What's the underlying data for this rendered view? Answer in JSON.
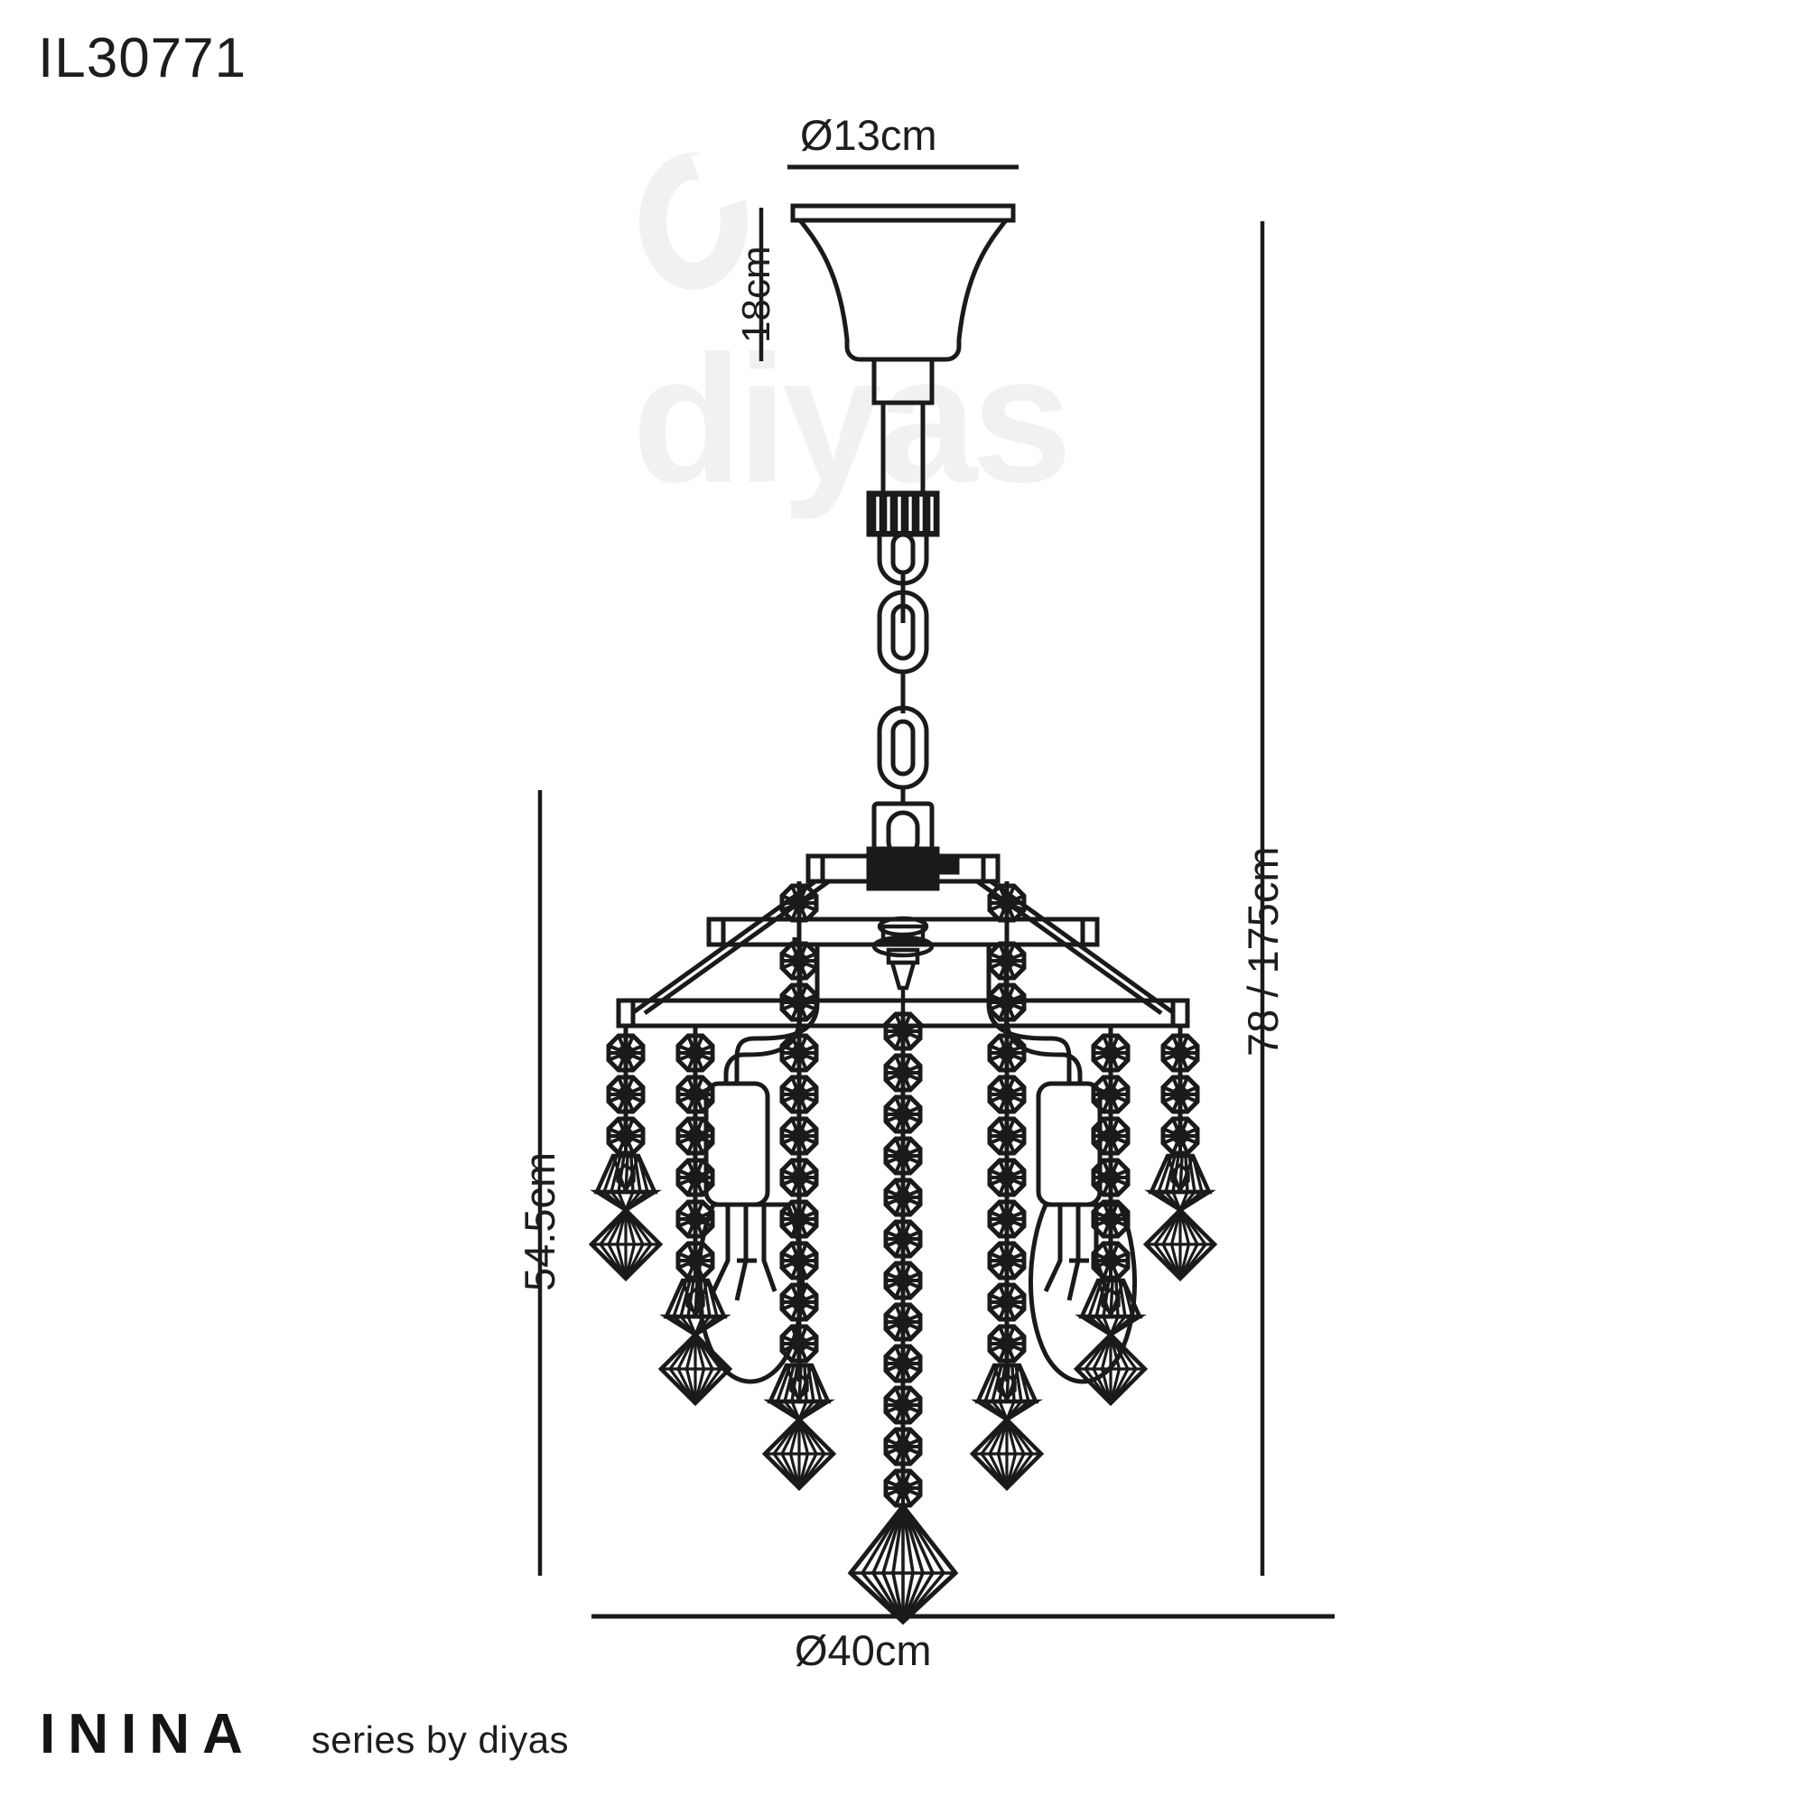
{
  "sheet": {
    "product_code": "IL30771",
    "background_color": "#ffffff",
    "line_color": "#1a1a1a"
  },
  "watermark": {
    "text": "diyas",
    "color": "#f1f1f1"
  },
  "dimensions": {
    "top_diameter": "Ø13cm",
    "ceiling_rose_height": "18cm",
    "overall_drop": "78 / 175cm",
    "fitting_height": "54.5cm",
    "bottom_diameter": "Ø40cm"
  },
  "footer": {
    "series_name": "ININA",
    "series_by": "series by diyas"
  },
  "product": {
    "type": "pendant-chandelier",
    "ceiling_rose": "bell-shaped",
    "chain_links": 4,
    "frame_tiers": 3,
    "bead_strands": 9,
    "lamps": 2,
    "lamp_type": "candle-bulb"
  }
}
